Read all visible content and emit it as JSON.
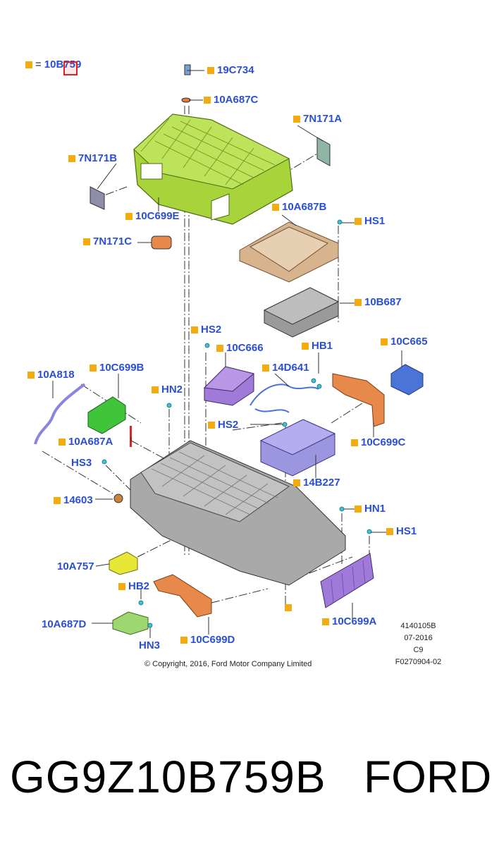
{
  "legend": {
    "symbol_label": "=",
    "code": "10B759"
  },
  "callouts": [
    {
      "id": "c19C734",
      "text": "19C734",
      "sq": "left"
    },
    {
      "id": "c10A687C",
      "text": "10A687C",
      "sq": "left"
    },
    {
      "id": "c7N171A",
      "text": "7N171A",
      "sq": "left"
    },
    {
      "id": "c7N171B",
      "text": "7N171B",
      "sq": "left"
    },
    {
      "id": "c10C699E",
      "text": "10C699E",
      "sq": "left"
    },
    {
      "id": "c10A687B",
      "text": "10A687B",
      "sq": "left"
    },
    {
      "id": "cHS1a",
      "text": "HS1",
      "sq": "left"
    },
    {
      "id": "c7N171C",
      "text": "7N171C",
      "sq": "left"
    },
    {
      "id": "c10B687",
      "text": "10B687",
      "sq": "left"
    },
    {
      "id": "cHS2a",
      "text": "HS2",
      "sq": "left"
    },
    {
      "id": "c10C666",
      "text": "10C666",
      "sq": "left"
    },
    {
      "id": "cHB1",
      "text": "HB1",
      "sq": "left"
    },
    {
      "id": "c10C665",
      "text": "10C665",
      "sq": "left"
    },
    {
      "id": "c10A818",
      "text": "10A818",
      "sq": "left"
    },
    {
      "id": "c10C699B",
      "text": "10C699B",
      "sq": "left"
    },
    {
      "id": "c14D641",
      "text": "14D641",
      "sq": "left"
    },
    {
      "id": "cHN2",
      "text": "HN2",
      "sq": "left"
    },
    {
      "id": "cHS2b",
      "text": "HS2",
      "sq": "left"
    },
    {
      "id": "c10A687A",
      "text": "10A687A",
      "sq": "left"
    },
    {
      "id": "c10C699C",
      "text": "10C699C",
      "sq": "left"
    },
    {
      "id": "cHS3",
      "text": "HS3",
      "sq": "none"
    },
    {
      "id": "c14B227",
      "text": "14B227",
      "sq": "left"
    },
    {
      "id": "c14603",
      "text": "14603",
      "sq": "left"
    },
    {
      "id": "cHN1",
      "text": "HN1",
      "sq": "left"
    },
    {
      "id": "cHS1b",
      "text": "HS1",
      "sq": "left"
    },
    {
      "id": "c10A757",
      "text": "10A757",
      "sq": "none"
    },
    {
      "id": "cHB2",
      "text": "HB2",
      "sq": "left"
    },
    {
      "id": "c10A687D",
      "text": "10A687D",
      "sq": "none"
    },
    {
      "id": "c10C699A",
      "text": "10C699A",
      "sq": "left"
    },
    {
      "id": "cHN3",
      "text": "HN3",
      "sq": "none"
    },
    {
      "id": "c10C699D",
      "text": "10C699D",
      "sq": "left"
    }
  ],
  "meta_lines": [
    "4140105B",
    "07-2016",
    "C9",
    "F0270904-02"
  ],
  "copyright": "© Copyright, 2016, Ford Motor Company Limited",
  "footer": {
    "part_number": "GG9Z10B759B",
    "brand": "FORD"
  },
  "colors": {
    "callout_text": "#2a4fd6",
    "marker": "#f4ab10",
    "tray_green": "#a7d43a",
    "plate_tan": "#d8b48e",
    "cell_gray": "#a9a9a9",
    "purple": "#a07ad8",
    "lavender": "#9c96e0",
    "orange": "#e6894a",
    "blue": "#4b74d8",
    "yellow": "#e7e735",
    "light_green": "#9ed66f",
    "bright_green": "#3fc43a"
  }
}
